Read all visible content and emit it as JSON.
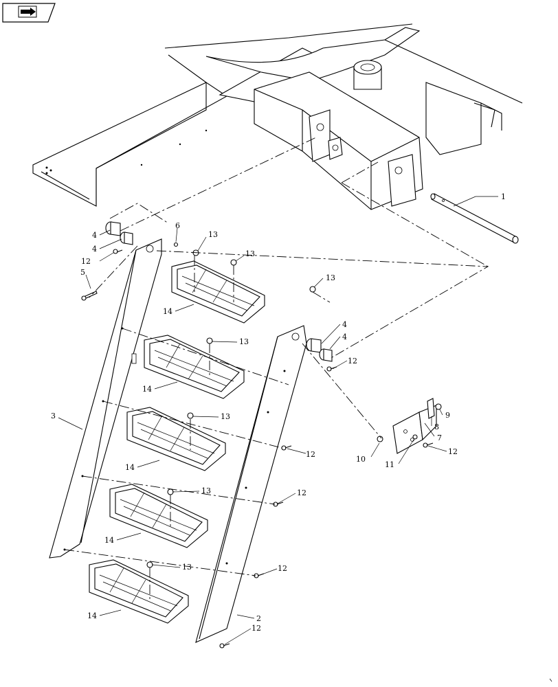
{
  "navigation": {
    "back_icon": "return-arrow-icon"
  },
  "callouts": [
    {
      "id": "c1",
      "label": "1"
    },
    {
      "id": "c2",
      "label": "2"
    },
    {
      "id": "c3",
      "label": "3"
    },
    {
      "id": "c4a",
      "label": "4"
    },
    {
      "id": "c4b",
      "label": "4"
    },
    {
      "id": "c4c",
      "label": "4"
    },
    {
      "id": "c4d",
      "label": "4"
    },
    {
      "id": "c5",
      "label": "5"
    },
    {
      "id": "c6",
      "label": "6"
    },
    {
      "id": "c7",
      "label": "7"
    },
    {
      "id": "c8",
      "label": "8"
    },
    {
      "id": "c9",
      "label": "9"
    },
    {
      "id": "c10",
      "label": "10"
    },
    {
      "id": "c11",
      "label": "11"
    },
    {
      "id": "c12a",
      "label": "12"
    },
    {
      "id": "c12b",
      "label": "12"
    },
    {
      "id": "c12c",
      "label": "12"
    },
    {
      "id": "c12d",
      "label": "12"
    },
    {
      "id": "c12e",
      "label": "12"
    },
    {
      "id": "c12f",
      "label": "12"
    },
    {
      "id": "c12g",
      "label": "12"
    },
    {
      "id": "c13a",
      "label": "13"
    },
    {
      "id": "c13b",
      "label": "13"
    },
    {
      "id": "c13c",
      "label": "13"
    },
    {
      "id": "c13d",
      "label": "13"
    },
    {
      "id": "c13e",
      "label": "13"
    },
    {
      "id": "c13f",
      "label": "13"
    },
    {
      "id": "c13g",
      "label": "13"
    },
    {
      "id": "c14a",
      "label": "14"
    },
    {
      "id": "c14b",
      "label": "14"
    },
    {
      "id": "c14c",
      "label": "14"
    },
    {
      "id": "c14d",
      "label": "14"
    },
    {
      "id": "c14e",
      "label": "14"
    }
  ]
}
